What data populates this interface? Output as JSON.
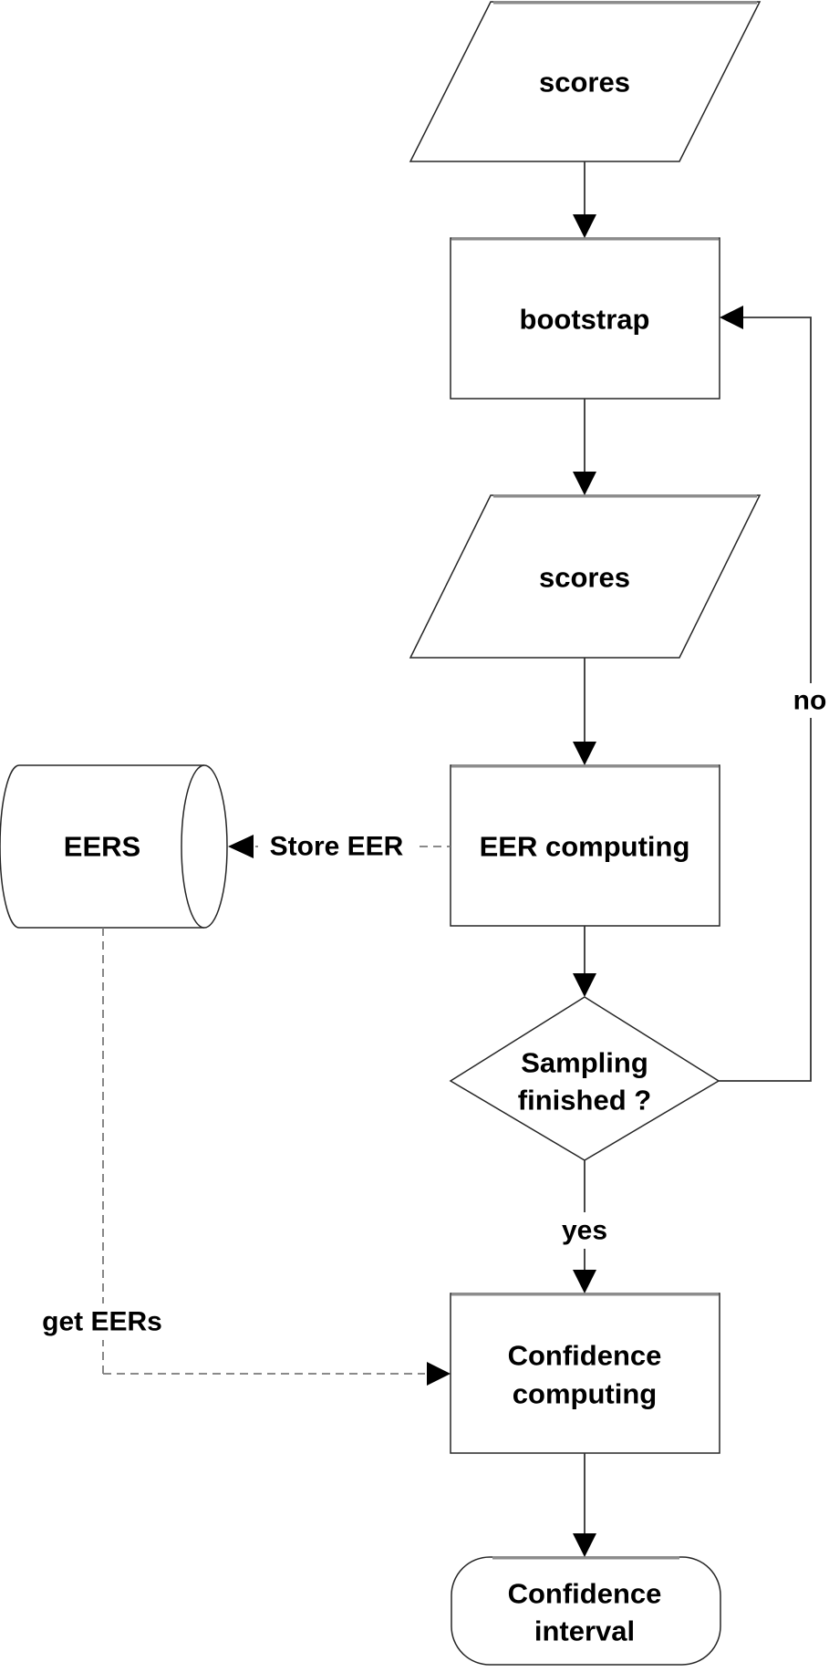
{
  "background": "#ffffff",
  "colors": {
    "shape_stroke": "#262626",
    "shape_fill": "#ffffff",
    "connector": "#333333",
    "dashed_connector": "#7a7a7a",
    "highlight_edge": "#8c8c8c",
    "arrowhead_fill": "#000000",
    "text": "#000000"
  },
  "nodes": {
    "input_scores": {
      "label": "scores",
      "shape": "parallelogram"
    },
    "bootstrap": {
      "label": "bootstrap",
      "shape": "process"
    },
    "resampled_scores": {
      "label": "scores",
      "shape": "parallelogram"
    },
    "eer_computing": {
      "label": "EER computing",
      "shape": "process"
    },
    "eers_database": {
      "label": "EERS",
      "shape": "cylinder"
    },
    "sampling_finished": {
      "label_line1": "Sampling",
      "label_line2": "finished ?",
      "shape": "decision"
    },
    "confidence_computing": {
      "label_line1": "Confidence",
      "label_line2": "computing",
      "shape": "process"
    },
    "confidence_interval": {
      "label_line1": "Confidence",
      "label_line2": "interval",
      "shape": "terminator"
    }
  },
  "edges": [
    {
      "from": "input_scores",
      "to": "bootstrap",
      "label": "",
      "style": "solid"
    },
    {
      "from": "bootstrap",
      "to": "resampled_scores",
      "label": "",
      "style": "solid"
    },
    {
      "from": "resampled_scores",
      "to": "eer_computing",
      "label": "",
      "style": "solid"
    },
    {
      "from": "eer_computing",
      "to": "eers_database",
      "label": "Store EER",
      "style": "dashed"
    },
    {
      "from": "eer_computing",
      "to": "sampling_finished",
      "label": "",
      "style": "solid"
    },
    {
      "from": "sampling_finished",
      "to": "bootstrap",
      "label": "no",
      "style": "solid"
    },
    {
      "from": "sampling_finished",
      "to": "confidence_computing",
      "label": "yes",
      "style": "solid"
    },
    {
      "from": "eers_database",
      "to": "confidence_computing",
      "label": "get EERs",
      "style": "dashed"
    },
    {
      "from": "confidence_computing",
      "to": "confidence_interval",
      "label": "",
      "style": "solid"
    }
  ]
}
